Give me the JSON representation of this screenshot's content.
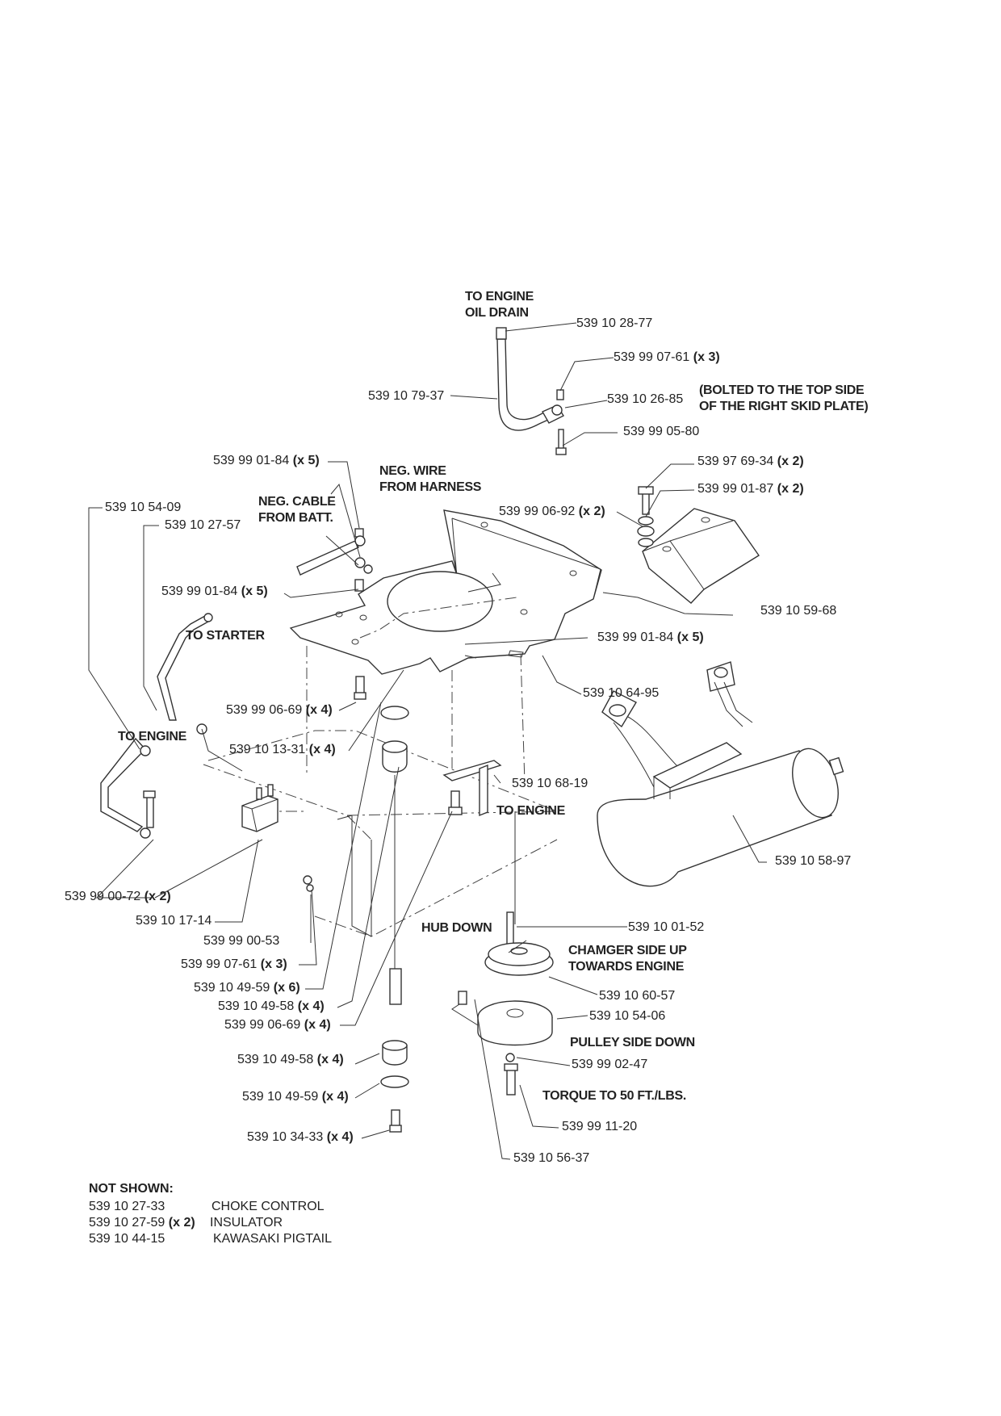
{
  "callouts": {
    "c1": {
      "part": "539 10 28-77",
      "qty": ""
    },
    "c2": {
      "part": "539 99 07-61",
      "qty": "(x 3)"
    },
    "c3": {
      "part": "539 10 79-37",
      "qty": ""
    },
    "c4": {
      "part": "539 10 26-85",
      "qty": ""
    },
    "c5": {
      "part": "539 99 05-80",
      "qty": ""
    },
    "c6": {
      "part": "539 99 01-84",
      "qty": "(x 5)"
    },
    "c7": {
      "part": "539 97 69-34",
      "qty": "(x 2)"
    },
    "c8": {
      "part": "539 99 01-87",
      "qty": "(x 2)"
    },
    "c9": {
      "part": "539 10 54-09",
      "qty": ""
    },
    "c10": {
      "part": "539 10 27-57",
      "qty": ""
    },
    "c11": {
      "part": "539 99 06-92",
      "qty": "(x 2)"
    },
    "c12": {
      "part": "539 99 01-84",
      "qty": "(x 5)"
    },
    "c13": {
      "part": "539 10 59-68",
      "qty": ""
    },
    "c14": {
      "part": "539 99 01-84",
      "qty": "(x 5)"
    },
    "c15": {
      "part": "539 10 64-95",
      "qty": ""
    },
    "c16": {
      "part": "539 99 06-69",
      "qty": "(x 4)"
    },
    "c17": {
      "part": "539 10 13-31",
      "qty": "(x 4)"
    },
    "c18": {
      "part": "539 10 68-19",
      "qty": ""
    },
    "c19": {
      "part": "539 10 58-97",
      "qty": ""
    },
    "c20": {
      "part": "539 99 00-72",
      "qty": "(x 2)"
    },
    "c21": {
      "part": "539 10 17-14",
      "qty": ""
    },
    "c22": {
      "part": "539 99 00-53",
      "qty": ""
    },
    "c23": {
      "part": "539 10 01-52",
      "qty": ""
    },
    "c24": {
      "part": "539 99 07-61",
      "qty": "(x 3)"
    },
    "c25": {
      "part": "539 10 49-59",
      "qty": "(x 6)"
    },
    "c26": {
      "part": "539 10 60-57",
      "qty": ""
    },
    "c27": {
      "part": "539 10 49-58",
      "qty": "(x 4)"
    },
    "c28": {
      "part": "539 10 54-06",
      "qty": ""
    },
    "c29": {
      "part": "539 99 06-69",
      "qty": "(x 4)"
    },
    "c30": {
      "part": "539 10 49-58",
      "qty": "(x 4)"
    },
    "c31": {
      "part": "539 99 02-47",
      "qty": ""
    },
    "c32": {
      "part": "539 10 49-59",
      "qty": "(x 4)"
    },
    "c33": {
      "part": "539 99 11-20",
      "qty": ""
    },
    "c34": {
      "part": "539 10 34-33",
      "qty": "(x 4)"
    },
    "c35": {
      "part": "539 10 56-37",
      "qty": ""
    }
  },
  "notes": {
    "to_engine_oil_drain_1": "TO ENGINE",
    "to_engine_oil_drain_2": "OIL DRAIN",
    "bolted_1": "(BOLTED TO THE TOP SIDE",
    "bolted_2": "OF THE RIGHT SKID PLATE)",
    "neg_wire_1": "NEG. WIRE",
    "neg_wire_2": "FROM HARNESS",
    "neg_cable_1": "NEG. CABLE",
    "neg_cable_2": "FROM BATT.",
    "to_starter": "TO STARTER",
    "to_engine_left": "TO ENGINE",
    "to_engine_right": "TO ENGINE",
    "hub_down": "HUB DOWN",
    "chamger_1": "CHAMGER SIDE UP",
    "chamger_2": "TOWARDS ENGINE",
    "pulley_side_down": "PULLEY SIDE DOWN",
    "torque": "TORQUE TO 50 FT./LBS."
  },
  "not_shown": {
    "heading": "NOT SHOWN:",
    "items": [
      {
        "part": "539 10 27-33",
        "qty": "",
        "desc": "CHOKE CONTROL"
      },
      {
        "part": "539 10 27-59",
        "qty": "(x 2)",
        "desc": "INSULATOR"
      },
      {
        "part": "539 10 44-15",
        "qty": "",
        "desc": "KAWASAKI PIGTAIL"
      }
    ]
  }
}
